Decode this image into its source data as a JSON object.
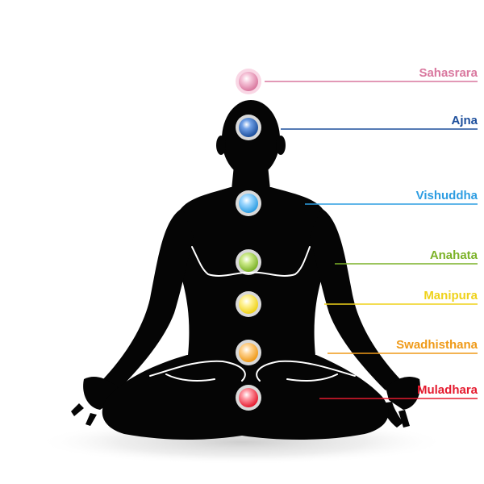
{
  "diagram": {
    "chakras": [
      {
        "name": "Sahasrara",
        "color": "#d9779e",
        "glow": "#f6c6da"
      },
      {
        "name": "Ajna",
        "color": "#1d4f9c",
        "glow": "#6f9fe6"
      },
      {
        "name": "Vishuddha",
        "color": "#2d9de2",
        "glow": "#9fd8ff"
      },
      {
        "name": "Anahata",
        "color": "#7cb228",
        "glow": "#cdeb8c"
      },
      {
        "name": "Manipura",
        "color": "#efd21a",
        "glow": "#fff39a"
      },
      {
        "name": "Swadhisthana",
        "color": "#ef9a18",
        "glow": "#ffd596"
      },
      {
        "name": "Muladhara",
        "color": "#e51b2f",
        "glow": "#ff9aa5"
      }
    ]
  }
}
